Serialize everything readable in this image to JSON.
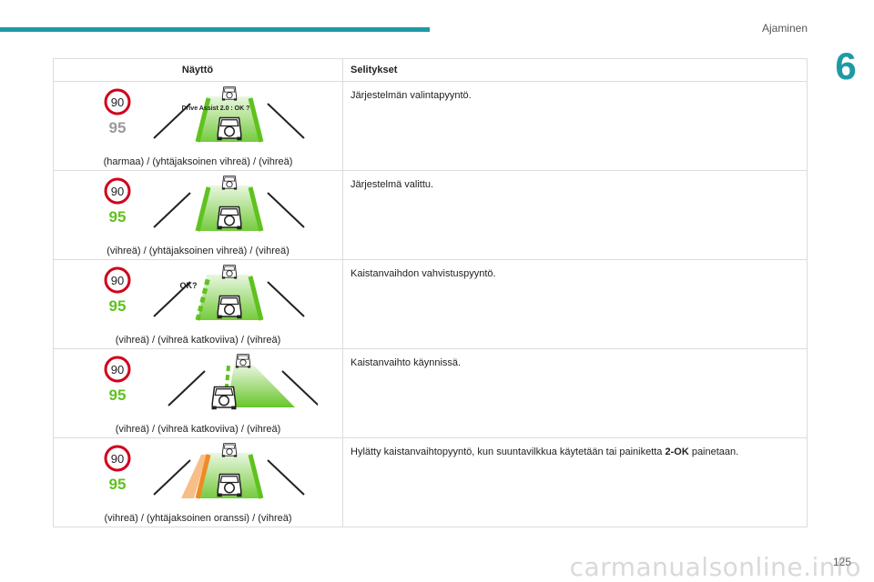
{
  "header": {
    "section": "Ajaminen",
    "chapter": "6"
  },
  "table": {
    "columns": [
      "Näyttö",
      "Selitykset"
    ],
    "rows": [
      {
        "caption": "(harmaa) / (yhtäjaksoinen vihreä) / (vihreä)",
        "description": "Järjestelmän valintapyyntö.",
        "sign_top": "90",
        "sign_bottom": "95",
        "bottom_color": "#9a9a9a",
        "left_lane": "green",
        "dashed": false,
        "overlay_text": "Drive Assist 2.0 : OK ?",
        "shifted": false
      },
      {
        "caption": "(vihreä) / (yhtäjaksoinen vihreä) / (vihreä)",
        "description": "Järjestelmä valittu.",
        "sign_top": "90",
        "sign_bottom": "95",
        "bottom_color": "#5fc21e",
        "left_lane": "green",
        "dashed": false,
        "overlay_text": "",
        "shifted": false
      },
      {
        "caption": "(vihreä) / (vihreä katkoviiva) / (vihreä)",
        "description": "Kaistanvaihdon vahvistuspyyntö.",
        "sign_top": "90",
        "sign_bottom": "95",
        "bottom_color": "#5fc21e",
        "left_lane": "green",
        "dashed": true,
        "overlay_text": "OK?",
        "shifted": false
      },
      {
        "caption": "(vihreä) / (vihreä katkoviiva) / (vihreä)",
        "description": "Kaistanvaihto käynnissä.",
        "sign_top": "90",
        "sign_bottom": "95",
        "bottom_color": "#5fc21e",
        "left_lane": "green",
        "dashed": true,
        "overlay_text": "",
        "shifted": true
      },
      {
        "caption": "(vihreä) / (yhtäjaksoinen oranssi) / (vihreä)",
        "description_pre": "Hylätty kaistanvaihtopyyntö, kun suuntavilkkua käytetään tai painiketta ",
        "description_bold": "2-OK",
        "description_post": " painetaan.",
        "sign_top": "90",
        "sign_bottom": "95",
        "bottom_color": "#5fc21e",
        "left_lane": "orange",
        "dashed": false,
        "overlay_text": "",
        "shifted": false
      }
    ]
  },
  "footer": {
    "page_number": "125",
    "watermark": "carmanualsonline.info"
  },
  "colors": {
    "accent": "#1e9aa6",
    "green": "#5fc21e",
    "orange": "#f08a24",
    "sign_red": "#d0021b",
    "grey": "#9a9a9a"
  }
}
